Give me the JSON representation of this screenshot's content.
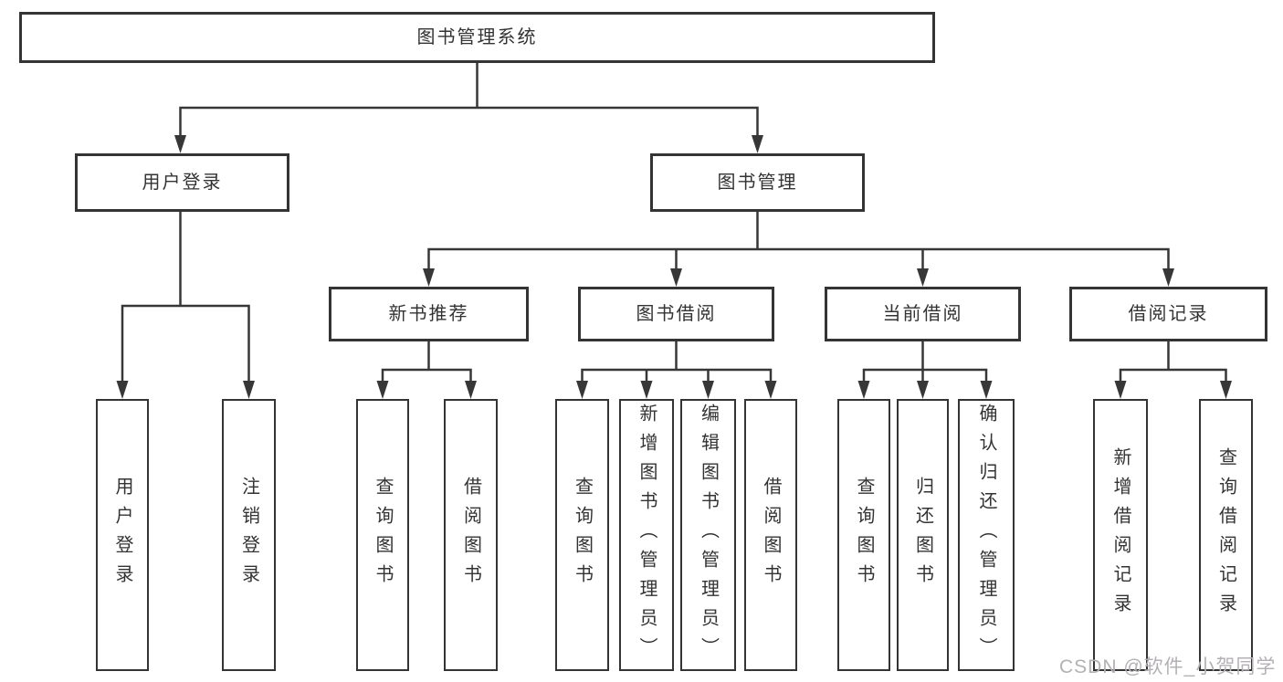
{
  "diagram_title": "图书管理系统",
  "watermark": "CSDN @软件_小贺同学",
  "colors": {
    "line": "#373737",
    "node_border": "#343434",
    "node_fill": "#ffffff",
    "text": "#333333",
    "watermark": "#b4b1b4"
  },
  "nodes": {
    "root": {
      "label": "图书管理系统"
    },
    "user_login": {
      "label": "用户登录"
    },
    "book_mgmt": {
      "label": "图书管理"
    },
    "new_book_rec": {
      "label": "新书推荐"
    },
    "book_borrow": {
      "label": "图书借阅"
    },
    "current_borrow": {
      "label": "当前借阅"
    },
    "borrow_records": {
      "label": "借阅记录"
    },
    "leaf_user_login": {
      "label": "用户登录"
    },
    "leaf_logout": {
      "label": "注销登录"
    },
    "leaf_rec_query_books": {
      "label": "查询图书"
    },
    "leaf_rec_borrow_books": {
      "label": "借阅图书"
    },
    "leaf_bb_query_books": {
      "label": "查询图书"
    },
    "leaf_bb_add_books": {
      "label": "新增图书（管理员）"
    },
    "leaf_bb_edit_books": {
      "label": "编辑图书（管理员）"
    },
    "leaf_bb_borrow_books": {
      "label": "借阅图书"
    },
    "leaf_cb_query_books": {
      "label": "查询图书"
    },
    "leaf_cb_return_books": {
      "label": "归还图书"
    },
    "leaf_cb_confirm_return": {
      "label": "确认归还（管理员）"
    },
    "leaf_br_add_record": {
      "label": "新增借阅记录"
    },
    "leaf_br_query_record": {
      "label": "查询借阅记录"
    }
  },
  "hierarchy": {
    "图书管理系统": [
      "用户登录",
      "图书管理"
    ],
    "用户登录": [
      "用户登录",
      "注销登录"
    ],
    "图书管理": [
      "新书推荐",
      "图书借阅",
      "当前借阅",
      "借阅记录"
    ],
    "新书推荐": [
      "查询图书",
      "借阅图书"
    ],
    "图书借阅": [
      "查询图书",
      "新增图书（管理员）",
      "编辑图书（管理员）",
      "借阅图书"
    ],
    "当前借阅": [
      "查询图书",
      "归还图书",
      "确认归还（管理员）"
    ],
    "借阅记录": [
      "新增借阅记录",
      "查询借阅记录"
    ]
  }
}
